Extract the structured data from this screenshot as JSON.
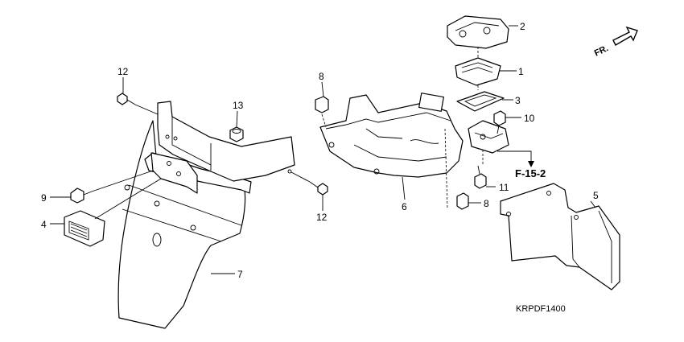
{
  "diagram": {
    "code": "KRPDF1400",
    "reference": "F-15-2",
    "direction": "FR.",
    "callouts": [
      {
        "id": "c1",
        "label": "1"
      },
      {
        "id": "c2",
        "label": "2"
      },
      {
        "id": "c3",
        "label": "3"
      },
      {
        "id": "c4",
        "label": "4"
      },
      {
        "id": "c5",
        "label": "5"
      },
      {
        "id": "c6",
        "label": "6"
      },
      {
        "id": "c7",
        "label": "7"
      },
      {
        "id": "c8a",
        "label": "8"
      },
      {
        "id": "c8b",
        "label": "8"
      },
      {
        "id": "c9",
        "label": "9"
      },
      {
        "id": "c10",
        "label": "10"
      },
      {
        "id": "c11",
        "label": "11"
      },
      {
        "id": "c12a",
        "label": "12"
      },
      {
        "id": "c12b",
        "label": "12"
      },
      {
        "id": "c13",
        "label": "13"
      }
    ]
  }
}
